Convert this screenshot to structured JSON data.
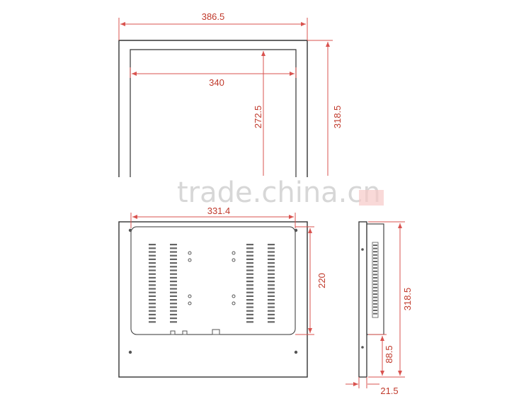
{
  "colors": {
    "outline": "#333333",
    "dimension": "#d9534f",
    "watermark": "#d7d7d7",
    "background": "#ffffff"
  },
  "front_view": {
    "outer_width": "386.5",
    "inner_width": "340",
    "inner_height": "272.5",
    "outer_height": "318.5"
  },
  "back_view": {
    "width": "331.4",
    "height": "220"
  },
  "side_view": {
    "height": "318.5",
    "offset": "88.5",
    "depth": "21.5"
  },
  "watermark": {
    "text": "trade.china.cn"
  }
}
